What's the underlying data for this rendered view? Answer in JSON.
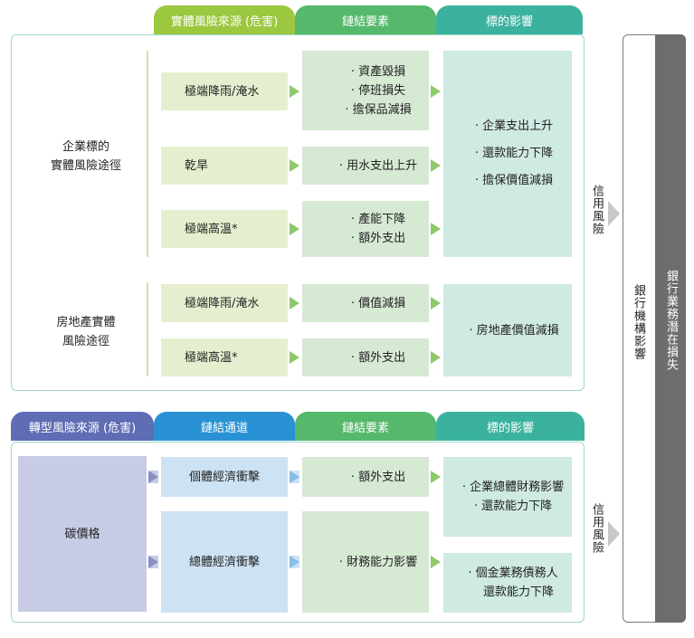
{
  "physical": {
    "headers": {
      "source": "實體風險來源 (危害)",
      "element": "鏈結要素",
      "impact": "標的影響"
    },
    "pathway_corporate": [
      "企業標的",
      "實體風險途徑"
    ],
    "pathway_realestate": [
      "房地產實體",
      "風險途徑"
    ],
    "hazards": {
      "flood1": "極端降雨/淹水",
      "drought": "乾旱",
      "heat1": "極端高溫*",
      "flood2": "極端降雨/淹水",
      "heat2": "極端高溫*"
    },
    "elements": {
      "flood1": [
        "· 資產毀損",
        "· 停班損失",
        "· 擔保品減損"
      ],
      "drought": [
        "· 用水支出上升"
      ],
      "heat1": [
        "· 產能下降",
        "· 額外支出"
      ],
      "flood2": [
        "· 價值減損"
      ],
      "heat2": [
        "· 額外支出"
      ]
    },
    "impact_corporate": [
      "· 企業支出上升",
      "· 還款能力下降",
      "· 擔保價值減損"
    ],
    "impact_realestate": [
      "· 房地產價值減損"
    ],
    "credit_risk": "信用風險"
  },
  "transition": {
    "headers": {
      "source": "轉型風險來源 (危害)",
      "channel": "鏈結通道",
      "element": "鏈結要素",
      "impact": "標的影響"
    },
    "source": "碳價格",
    "channels": {
      "micro": "個體經濟衝擊",
      "macro": "總體經濟衝擊"
    },
    "elements": {
      "micro": "· 額外支出",
      "macro": "· 財務能力影響"
    },
    "impact_top": [
      "· 企業總體財務影響",
      "· 還款能力下降"
    ],
    "impact_bottom": [
      "· 個金業務債務人",
      "還款能力下降"
    ],
    "credit_risk": "信用風險"
  },
  "bank": {
    "impact": "銀行機構影響",
    "loss": "銀行業務潛在損失"
  }
}
